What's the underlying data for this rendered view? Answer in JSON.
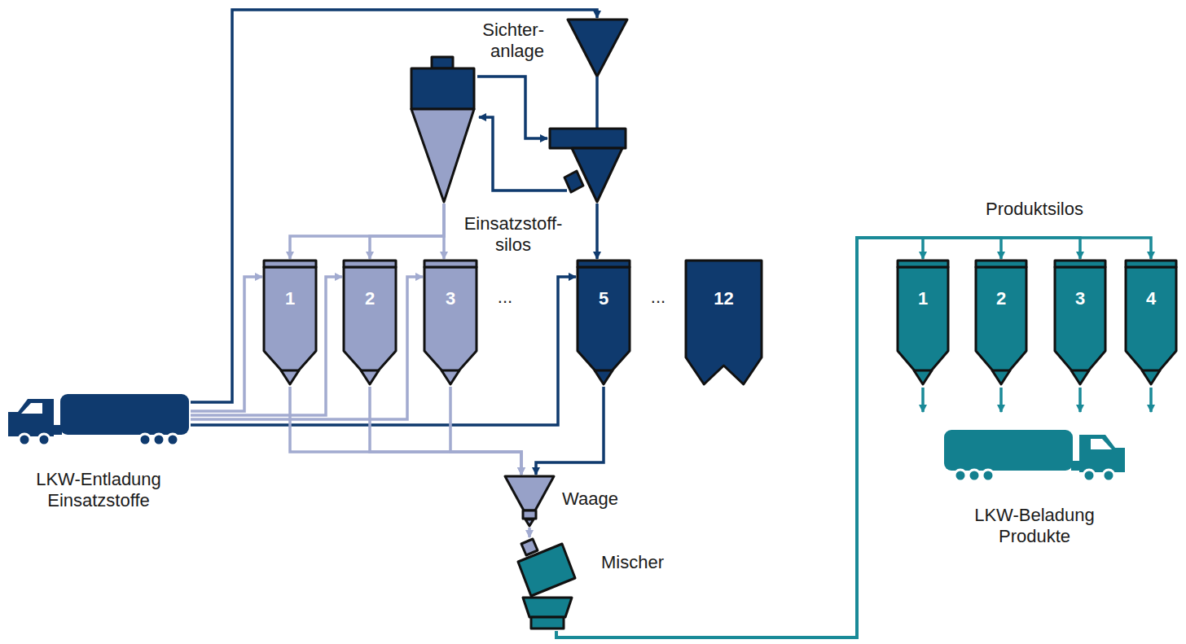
{
  "diagram": {
    "nodes": [
      {
        "text": [
          "LKW-Entladung Einsatzstoffe"
        ]
      },
      {
        "text": [
          "Sichter- anlage"
        ]
      },
      {
        "text": [
          "1"
        ]
      },
      {
        "text": [
          "2"
        ]
      },
      {
        "text": [
          "3"
        ]
      },
      {
        "text": [
          "5"
        ]
      },
      {
        "text": [
          "12"
        ]
      },
      {
        "text": [
          "Waage"
        ]
      },
      {
        "text": [
          "Mischer"
        ]
      },
      {
        "text": [
          "1"
        ]
      },
      {
        "text": [
          "2"
        ]
      },
      {
        "text": [
          "3"
        ]
      },
      {
        "text": [
          "4"
        ]
      },
      {
        "text": [
          "LKW-Beladung Produkte"
        ]
      }
    ],
    "edges": [
      {
        "from": 0,
        "to": 1,
        "arrow": "to"
      },
      {
        "from": 0,
        "to": 2,
        "arrow": "to"
      },
      {
        "from": 0,
        "to": 3,
        "arrow": "to"
      },
      {
        "from": 0,
        "to": 4,
        "arrow": "to"
      },
      {
        "from": 0,
        "to": 5,
        "arrow": "to"
      },
      {
        "from": 1,
        "to": 2,
        "arrow": "to"
      },
      {
        "from": 1,
        "to": 3,
        "arrow": "to"
      },
      {
        "from": 1,
        "to": 4,
        "arrow": "to"
      },
      {
        "from": 1,
        "to": 5,
        "arrow": "to"
      },
      {
        "from": 2,
        "to": 7,
        "arrow": "to"
      },
      {
        "from": 3,
        "to": 7,
        "arrow": "to"
      },
      {
        "from": 4,
        "to": 7,
        "arrow": "to"
      },
      {
        "from": 5,
        "to": 7,
        "arrow": "to"
      },
      {
        "from": 7,
        "to": 8,
        "arrow": "to"
      },
      {
        "from": 8,
        "to": 9,
        "arrow": "to"
      },
      {
        "from": 8,
        "to": 10,
        "arrow": "to"
      },
      {
        "from": 8,
        "to": 11,
        "arrow": "to"
      },
      {
        "from": 8,
        "to": 12,
        "arrow": "to"
      }
    ],
    "labels": [
      "Einsatzstoff- silos",
      "...",
      "...",
      "Produktsilos"
    ]
  }
}
